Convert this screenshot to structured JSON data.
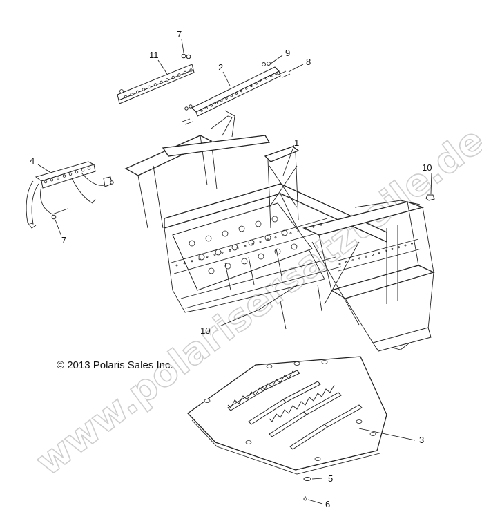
{
  "copyright": "© 2013 Polaris Sales Inc.",
  "watermark": "www.polarisersatzteile.de",
  "callouts": [
    {
      "id": "c1",
      "label": "1"
    },
    {
      "id": "c2",
      "label": "2"
    },
    {
      "id": "c3",
      "label": "3"
    },
    {
      "id": "c4",
      "label": "4"
    },
    {
      "id": "c5",
      "label": "5"
    },
    {
      "id": "c6",
      "label": "6"
    },
    {
      "id": "c7a",
      "label": "7"
    },
    {
      "id": "c7b",
      "label": "7"
    },
    {
      "id": "c8",
      "label": "8"
    },
    {
      "id": "c9",
      "label": "9"
    },
    {
      "id": "c10a",
      "label": "10"
    },
    {
      "id": "c10b",
      "label": "10"
    },
    {
      "id": "c11",
      "label": "11"
    }
  ]
}
